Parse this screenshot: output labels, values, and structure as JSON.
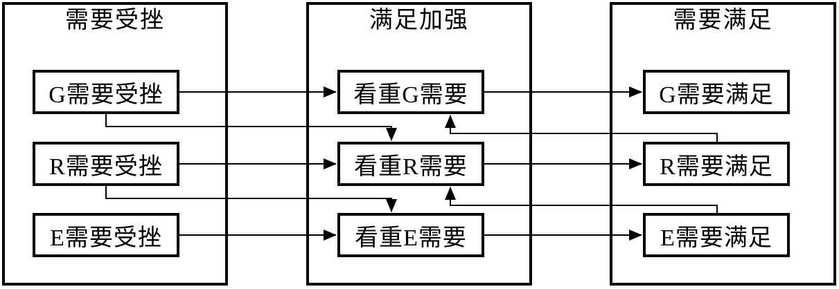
{
  "diagram": {
    "columns": [
      {
        "title": "需要受挫",
        "boxes": [
          "G需要受挫",
          "R需要受挫",
          "E需要受挫"
        ]
      },
      {
        "title": "满足加强",
        "boxes": [
          "看重G需要",
          "看重R需要",
          "看重E需要"
        ]
      },
      {
        "title": "需要满足",
        "boxes": [
          "G需要满足",
          "R需要满足",
          "E需要满足"
        ]
      }
    ],
    "connections": [
      {
        "from": "G需要受挫",
        "to": "看重G需要"
      },
      {
        "from": "R需要受挫",
        "to": "看重R需要"
      },
      {
        "from": "E需要受挫",
        "to": "看重E需要"
      },
      {
        "from": "看重G需要",
        "to": "G需要满足"
      },
      {
        "from": "看重R需要",
        "to": "R需要满足"
      },
      {
        "from": "看重E需要",
        "to": "E需要满足"
      },
      {
        "from": "G需要受挫",
        "to": "看重R需要"
      },
      {
        "from": "R需要受挫",
        "to": "看重E需要"
      },
      {
        "from": "R需要满足",
        "to": "看重G需要"
      },
      {
        "from": "E需要满足",
        "to": "看重R需要"
      }
    ],
    "colors": {
      "line": "#000000",
      "text": "#000000",
      "background": "#ffffff"
    }
  }
}
